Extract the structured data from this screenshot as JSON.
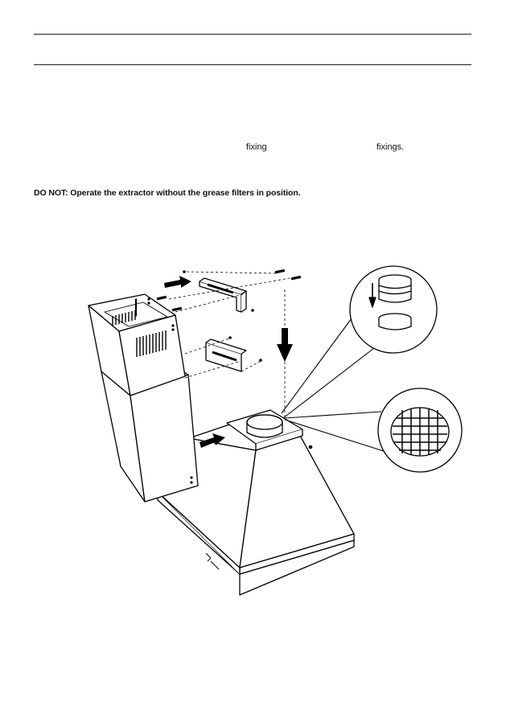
{
  "text": {
    "fragment_1": "fixing",
    "fragment_2": "fixings.",
    "warning": "DO NOT: Operate the extractor without the grease filters in position."
  },
  "figure": {
    "line_color": "#000000",
    "fill_color": "#ffffff"
  }
}
